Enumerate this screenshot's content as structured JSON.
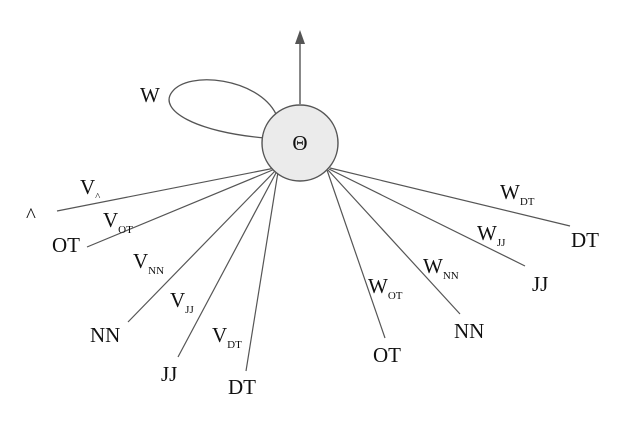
{
  "node": {
    "label": "Θ"
  },
  "self_loop": {
    "label": "W"
  },
  "left_edges": [
    {
      "end": "^",
      "weight": "V",
      "weight_sub": "^"
    },
    {
      "end": "OT",
      "weight": "V",
      "weight_sub": "OT"
    },
    {
      "end": "NN",
      "weight": "V",
      "weight_sub": "NN"
    },
    {
      "end": "JJ",
      "weight": "V",
      "weight_sub": "JJ"
    },
    {
      "end": "DT",
      "weight": "V",
      "weight_sub": "DT"
    }
  ],
  "right_edges": [
    {
      "end": "OT",
      "weight": "W",
      "weight_sub": "OT"
    },
    {
      "end": "NN",
      "weight": "W",
      "weight_sub": "NN"
    },
    {
      "end": "JJ",
      "weight": "W",
      "weight_sub": "JJ"
    },
    {
      "end": "DT",
      "weight": "W",
      "weight_sub": "DT"
    }
  ]
}
